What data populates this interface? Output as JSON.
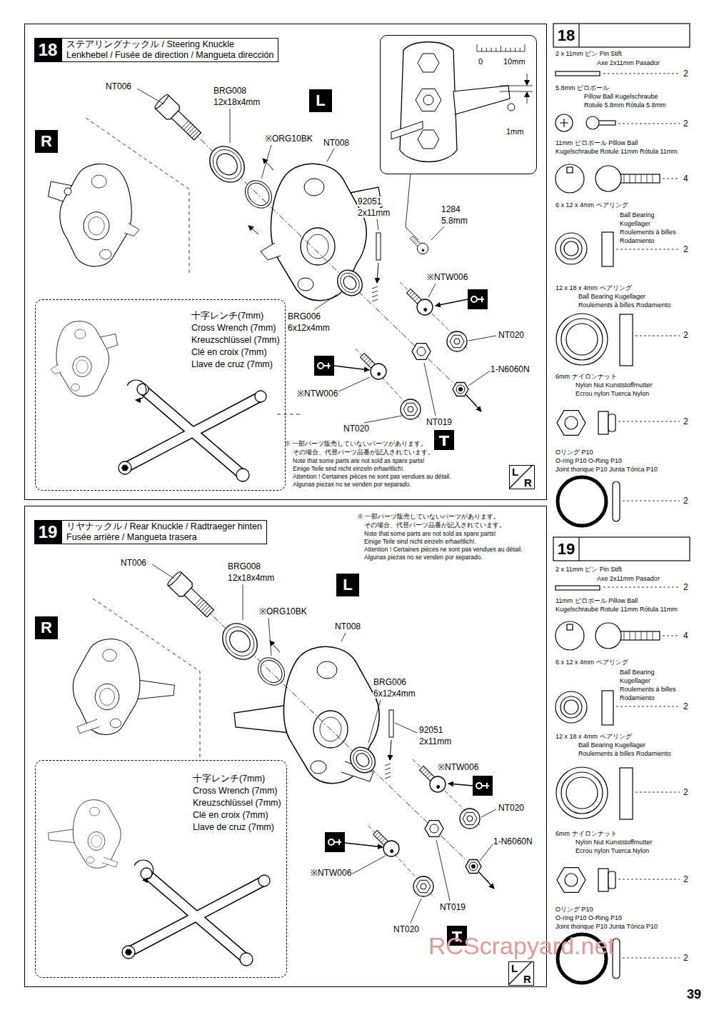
{
  "diagram": {
    "nodes": [
      {
        "text": [
          "18",
          "ステアリングナックル / Steering Knuckle",
          "Lenkhebel / Fusée de direction / Mangueta dirección"
        ]
      },
      {
        "text": [
          "L"
        ],
        "in": 0
      },
      {
        "text": [
          "R"
        ],
        "in": 0
      },
      {
        "text": [
          "十字レンチ(7mm)",
          "Cross Wrench (7mm)",
          "Kreuzschlüssel (7mm)",
          "Clé en croix (7mm)",
          "Llave de cruz (7mm)"
        ],
        "in": 0
      },
      {
        "text": [
          "L",
          "R"
        ],
        "in": 0
      },
      {
        "text": [
          "0",
          "10mm",
          "1mm"
        ],
        "in": 0
      },
      {
        "text": [
          "19",
          "リヤナックル / Rear Knuckle / Radtraeger hinten",
          "Fusée arrière / Mangueta trasera"
        ]
      },
      {
        "text": [
          "L"
        ],
        "in": 6
      },
      {
        "text": [
          "R"
        ],
        "in": 6
      },
      {
        "text": [
          "十字レンチ(7mm)",
          "Cross Wrench (7mm)",
          "Kreuzschlüssel (7mm)",
          "Clé en croix (7mm)",
          "Llave de cruz (7mm)"
        ],
        "in": 6
      },
      {
        "text": [
          "L",
          "R"
        ],
        "in": 6
      },
      {
        "text": [
          "18"
        ]
      },
      {
        "text": [
          "19"
        ]
      }
    ],
    "labels": [
      "NT006",
      "BRG008",
      "12x18x4mm",
      "※ORG10BK",
      "NT008",
      "92051",
      "2x11mm",
      "1284",
      "5.8mm",
      "※NTW006",
      "NT020",
      "1-N6060N",
      "BRG006",
      "6x12x4mm",
      "※NTW006",
      "NT020",
      "NT019",
      "※ 一部パーツ販売していないパーツがあります。",
      "その場合、代替パーツ品番が記入されています。",
      "Note that some parts are not sold as spare parts!",
      "Einige Teile sind nicht einzeln erhaeltlich!.",
      "Attention ! Certaines pièces ne sont pas vendues au détail.",
      "Algunas piezas no se venden por separado.",
      "NT006",
      "BRG008",
      "12x18x4mm",
      "※ORG10BK",
      "NT008",
      "BRG006",
      "6x12x4mm",
      "92051",
      "2x11mm",
      "※NTW006",
      "NT020",
      "1-N6060N",
      "※NTW006",
      "NT019",
      "NT020",
      "※ 一部パーツ販売していないパーツがあります。",
      "その場合、代替パーツ品番が記入されています。",
      "Note that some parts are not sold as spare parts!",
      "Einige Teile sind nicht einzeln erhaeltlich!.",
      "Attention ! Certaines pièces ne sont pas vendues au détail.",
      "Algunas piezas no se venden por separado.",
      "2 x 11mm ピン Pin Stift",
      "Axe 2x11mm Pasador",
      "2",
      "5.8mm ピロボール",
      "Pillow Ball Kugelschraube",
      "Rotule 5.8mm Rótula 5.8mm",
      "2",
      "11mm ピロボール Pillow Ball",
      "Kugelschraube Rotule 11mm Rótula 11mm",
      "4",
      "6 x 12 x 4mm ベアリング",
      "Ball Bearing",
      "Kugellager",
      "Roulements à billes",
      "Rodamiento",
      "2",
      "12 x 18 x 4mm ベアリング",
      "Ball Bearing Kugellager",
      "Roulements à billes Rodamiento",
      "2",
      "6mm ナイロンナット",
      "Nylon Nut Kunststoffmutter",
      "Ecrou nylon Tuerca Nylon",
      "2",
      "Oリング P10",
      "O-ring P10 O-Ring P10",
      "Joint thorique P10 Junta Tórica P10",
      "2",
      "2 x 11mm ピン Pin Stift",
      "Axe 2x11mm Pasador",
      "2",
      "11mm ピロボール Pillow Ball",
      "Kugelschraube Rotule 11mm Rótula 11mm",
      "4",
      "6 x 12 x 4mm ベアリング",
      "Ball Bearing",
      "Kugellager",
      "Roulements à billes",
      "Rodamiento",
      "2",
      "12 x 18 x 4mm ベアリング",
      "Ball Bearing Kugellager",
      "Roulements à billes Rodamiento",
      "2",
      "6mm ナイロンナット",
      "Nylon Nut Kunststoffmutter",
      "Ecrou nylon Tuerca Nylon",
      "2",
      "Oリング P10",
      "O-ring P10 O-Ring P10",
      "Joint thorique P10 Junta Tórica P10",
      "2",
      "39",
      "RCScrapyard.net"
    ]
  }
}
